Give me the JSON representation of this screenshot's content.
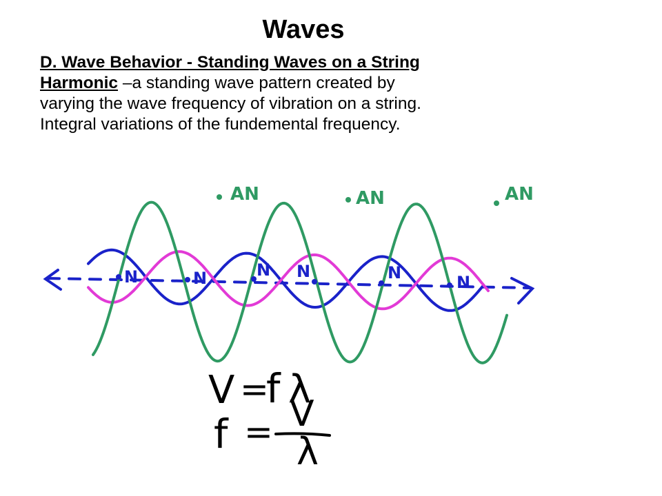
{
  "slide": {
    "title": "Waves",
    "subtitle": "D. Wave Behavior - Standing Waves on a String",
    "term": "Harmonic",
    "definition_1": " –a standing wave pattern created by",
    "definition_2": "varying the wave frequency of vibration on a string.",
    "definition_3": "Integral variations of the fundemental frequency."
  },
  "diagram": {
    "antinode_label": "AN",
    "node_label": "N",
    "colors": {
      "fundamental": "#1a22c9",
      "second": "#e23ad6",
      "third": "#2f9a63",
      "axis": "#1a22c9",
      "ink": "#000000"
    }
  },
  "equations": {
    "eq1_lhs": "V",
    "eq1_eq": "=",
    "eq1_f": "f",
    "eq1_lambda": "λ",
    "eq2_lhs": "f",
    "eq2_eq": "=",
    "eq2_num": "V",
    "eq2_den": "λ"
  }
}
